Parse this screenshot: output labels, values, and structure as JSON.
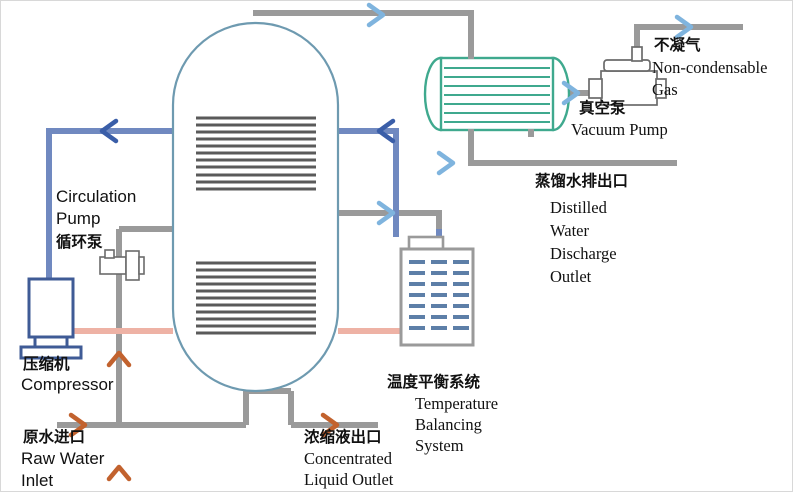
{
  "diagram": {
    "title": "MVR Evaporator Process Flow Diagram",
    "background": "#ffffff"
  },
  "colors": {
    "pipe_gray": "#9a9a9a",
    "pipe_blue": "#7089c0",
    "pipe_blue_dark": "#3a5ea8",
    "pipe_pink": "#eeb2a5",
    "vessel_outline": "#6e9ab0",
    "condenser_teal": "#3fa98e",
    "compressor_navy": "#3f5b96",
    "tube_dark": "#5a5a5a",
    "arrow_blue": "#7fb4de",
    "arrow_orange": "#c2622e",
    "unit_gray": "#9a9a9a",
    "dash_blue": "#5d7fa8"
  },
  "equipment": {
    "evaporator": {
      "name": "evaporator-vessel",
      "outline_color": "#6e9ab0",
      "upper_bundle_lines": 11,
      "lower_bundle_lines": 11
    },
    "condenser": {
      "name": "condenser",
      "color": "#3fa98e",
      "tube_lines": 7
    },
    "vacuum_pump": {
      "name": "vacuum-pump"
    },
    "compressor": {
      "name": "compressor",
      "color": "#3f5b96"
    },
    "circulation_pump": {
      "name": "circulation-pump"
    },
    "temperature_balancing_system": {
      "name": "temperature-balancing-system",
      "dash_columns": 3,
      "dash_rows": 7
    }
  },
  "labels": {
    "circulation_pump": {
      "en_line1": "Circulation",
      "en_line2": "Pump",
      "cn": "循环泵"
    },
    "compressor": {
      "cn": "压缩机",
      "en": "Compressor"
    },
    "raw_water_inlet": {
      "cn": "原水进口",
      "en_line1": "Raw Water",
      "en_line2": "Inlet"
    },
    "concentrated_liquid_outlet": {
      "cn": "浓缩液出口",
      "en_line1": "Concentrated",
      "en_line2": "Liquid Outlet"
    },
    "temperature_balancing_system": {
      "cn": "温度平衡系统",
      "en_line1": "Temperature",
      "en_line2": "Balancing",
      "en_line3": "System"
    },
    "distilled_water_discharge_outlet": {
      "cn": "蒸馏水排出口",
      "en_line1": "Distilled",
      "en_line2": "Water",
      "en_line3": "Discharge",
      "en_line4": "Outlet"
    },
    "vacuum_pump": {
      "cn": "真空泵",
      "en": "Vacuum Pump"
    },
    "non_condensable_gas": {
      "cn": "不凝气",
      "en_line1": "Non-condensable",
      "en_line2": "Gas"
    }
  }
}
